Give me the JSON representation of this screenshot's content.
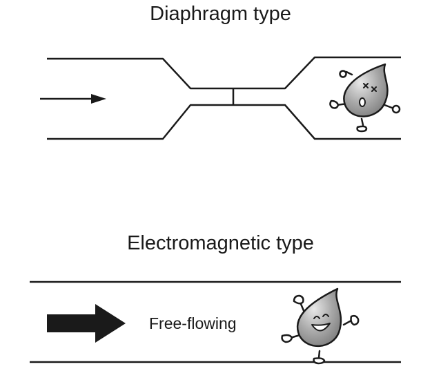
{
  "diaphragm": {
    "title": "Diaphragm type"
  },
  "electromagnetic": {
    "title": "Electromagnetic type",
    "flow_label": "Free-flowing"
  },
  "colors": {
    "line": "#1a1a1a",
    "drop_fill": "#a9a9a9",
    "drop_fill_light": "#e6e6e6"
  },
  "icons": {
    "flow_arrow_small": "arrow-right-icon",
    "flow_arrow_large": "thick-arrow-right-icon",
    "droplet_sad": "dizzy-droplet-icon",
    "droplet_happy": "happy-droplet-icon"
  }
}
